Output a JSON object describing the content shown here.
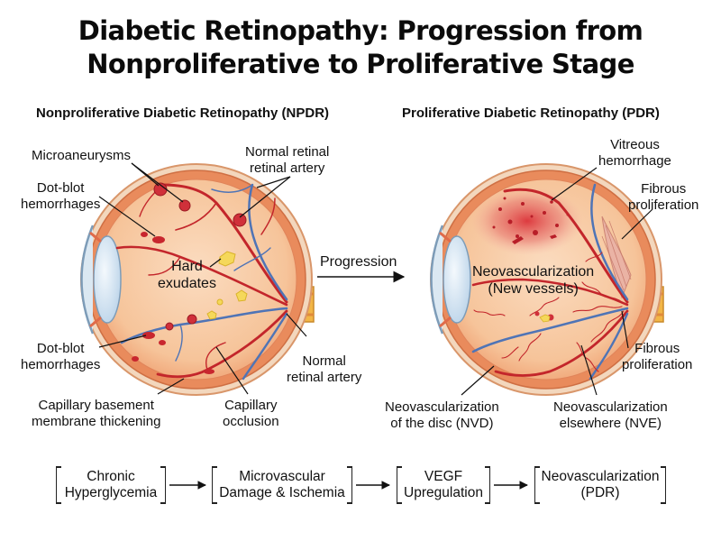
{
  "title": {
    "line1": "Diabetic Retinopathy: Progression from",
    "line2": "Nonproliferative to Proliferative Stage"
  },
  "npdr": {
    "heading": "Nonproliferative Diabetic Retinopathy (NPDR)",
    "labels": {
      "microaneurysms": "Microaneurysms",
      "dot_blot_top_1": "Dot-blot",
      "dot_blot_top_2": "hemorrhages",
      "normal_artery_top_1": "Normal retinal",
      "normal_artery_top_2": "retinal artery",
      "hard_exudates_1": "Hard",
      "hard_exudates_2": "exudates",
      "dot_blot_bottom_1": "Dot-blot",
      "dot_blot_bottom_2": "hemorrhages",
      "normal_artery_bottom_1": "Normal",
      "normal_artery_bottom_2": "retinal artery",
      "capillary_basement_1": "Capillary basement",
      "capillary_basement_2": "membrane thickening",
      "capillary_occlusion_1": "Capillary",
      "capillary_occlusion_2": "occlusion"
    }
  },
  "progression_label": "Progression",
  "pdr": {
    "heading": "Proliferative Diabetic Retinopathy (PDR)",
    "labels": {
      "vitreous_1": "Vitreous",
      "vitreous_2": "hemorrhage",
      "fibrous_top_1": "Fibrous",
      "fibrous_top_2": "proliferation",
      "neovasc_1": "Neovascularization",
      "neovasc_2": "(New vessels)",
      "fibrous_bottom_1": "Fibrous",
      "fibrous_bottom_2": "proliferation",
      "nvd_1": "Neovascularization",
      "nvd_2": "of the disc (NVD)",
      "nve_1": "Neovascularization",
      "nve_2": "elsewhere (NVE)"
    }
  },
  "flow": [
    {
      "line1": "Chronic",
      "line2": "Hyperglycemia"
    },
    {
      "line1": "Microvascular",
      "line2": "Damage & Ischemia"
    },
    {
      "line1": "VEGF",
      "line2": "Upregulation"
    },
    {
      "line1": "Neovascularization",
      "line2": "(PDR)"
    }
  ],
  "colors": {
    "retina_fill": "#f6c49a",
    "sclera_ring": "#e98b5c",
    "artery_red": "#c3262b",
    "vein_blue": "#4f74b6",
    "optic_nerve": "#f2b646",
    "exudate_yellow": "#f5d85a",
    "lens_blue": "#c6dcee"
  }
}
